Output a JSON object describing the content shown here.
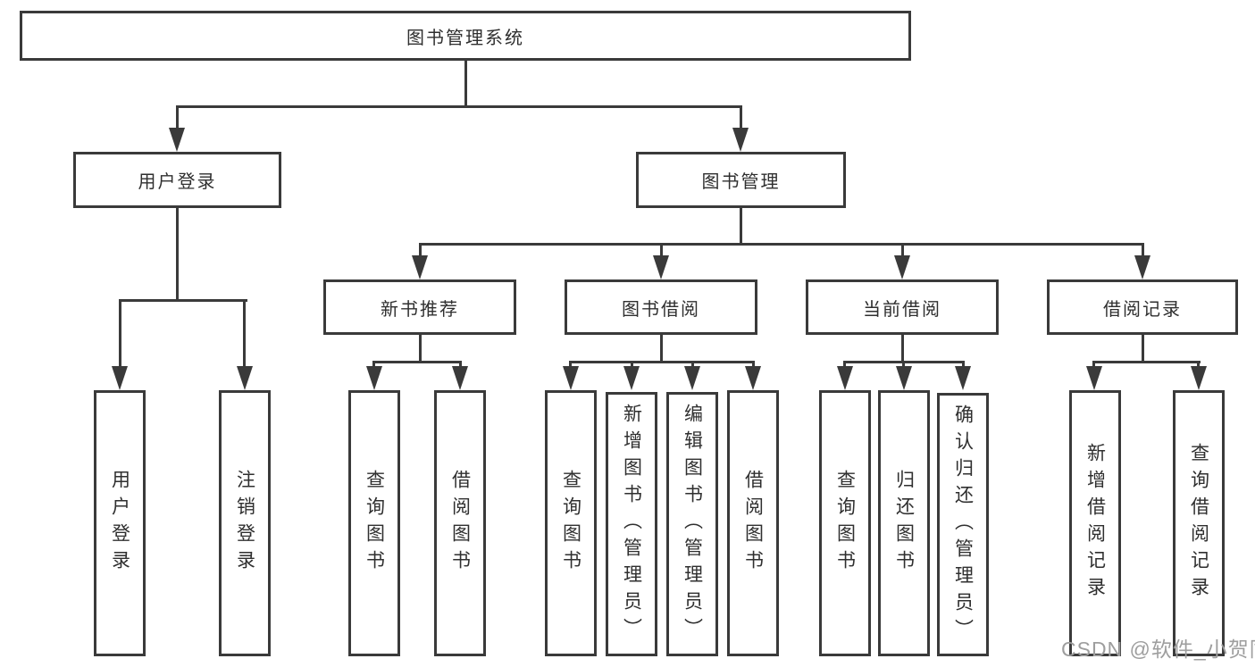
{
  "colors": {
    "line": "#3a3a3a",
    "text": "#2f2f2f",
    "watermark": "#9e9e9e",
    "background": "#ffffff"
  },
  "watermark": {
    "text": "CSDN @软件_小贺同学"
  },
  "tree": {
    "root": {
      "label": "图书管理系统"
    },
    "user_login": {
      "label": "用户登录",
      "children": {
        "login": {
          "label": "用户登录"
        },
        "logout": {
          "label": "注销登录"
        }
      }
    },
    "book_mgmt": {
      "label": "图书管理",
      "children": {
        "new_book_rec": {
          "label": "新书推荐",
          "children": {
            "query": {
              "label": "查询图书"
            },
            "borrow": {
              "label": "借阅图书"
            }
          }
        },
        "book_borrow": {
          "label": "图书借阅",
          "children": {
            "query": {
              "label": "查询图书"
            },
            "add": {
              "label": "新增图书（管理员）"
            },
            "edit": {
              "label": "编辑图书（管理员）"
            },
            "borrow": {
              "label": "借阅图书"
            }
          }
        },
        "current_borrow": {
          "label": "当前借阅",
          "children": {
            "query": {
              "label": "查询图书"
            },
            "return": {
              "label": "归还图书"
            },
            "confirm": {
              "label": "确认归还（管理员）"
            }
          }
        },
        "borrow_records": {
          "label": "借阅记录",
          "children": {
            "add": {
              "label": "新增借阅记录"
            },
            "query": {
              "label": "查询借阅记录"
            }
          }
        }
      }
    }
  }
}
